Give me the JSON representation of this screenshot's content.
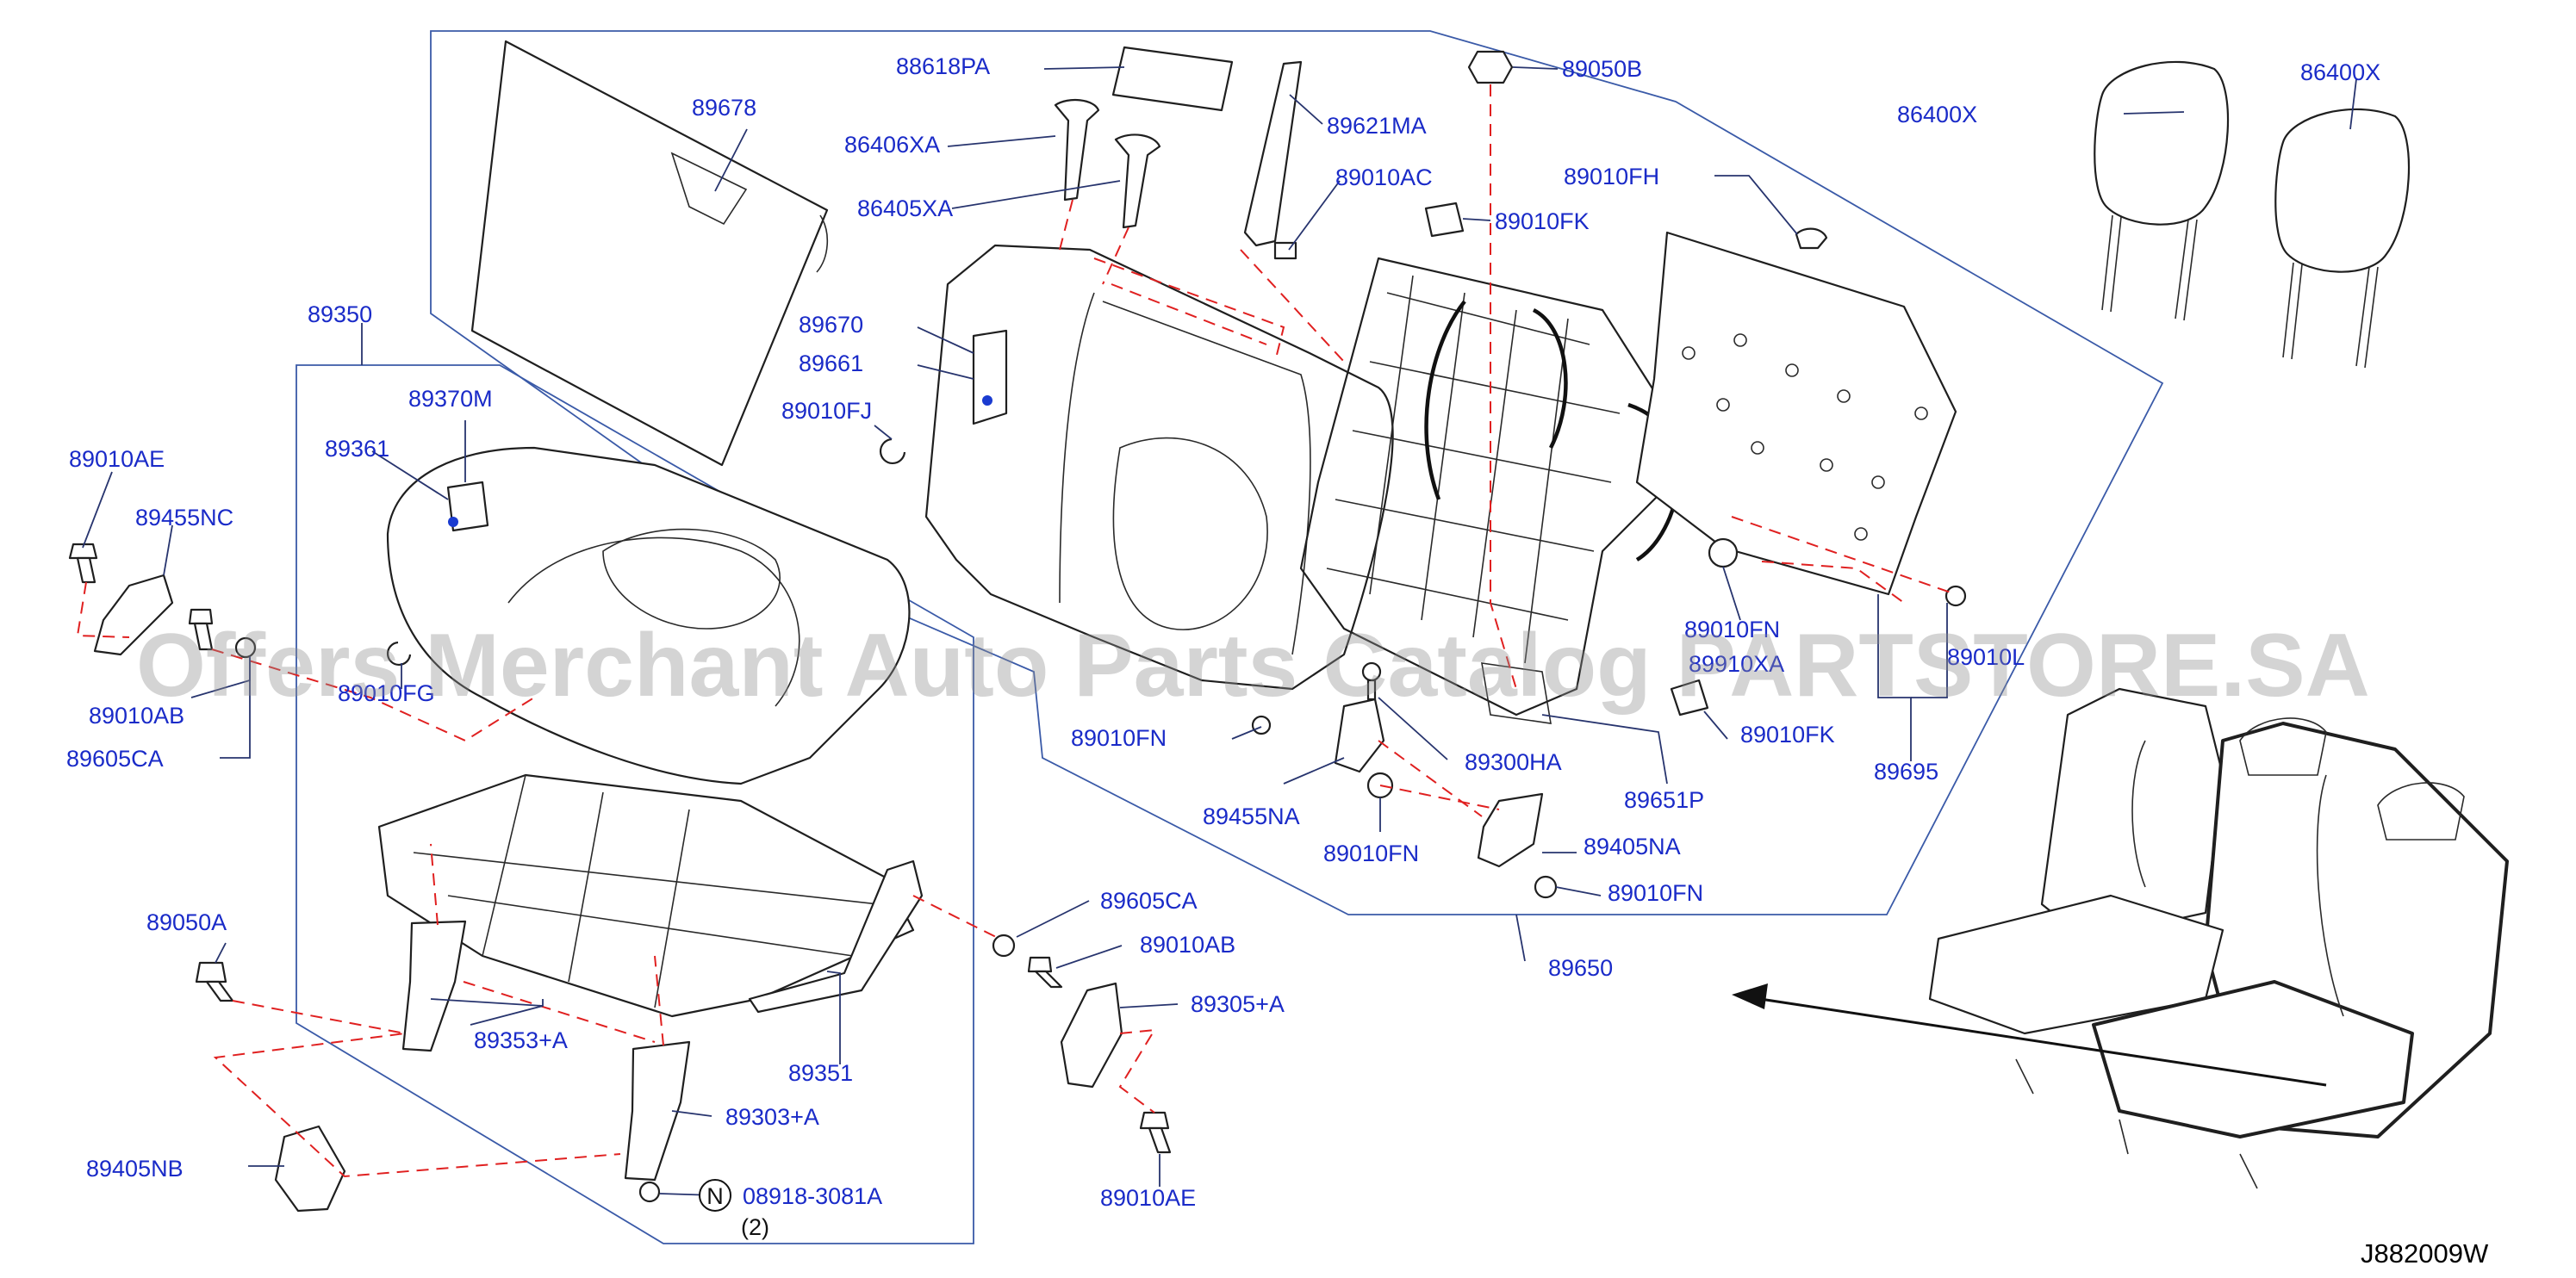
{
  "labels": {
    "l_88618PA": "88618PA",
    "l_89678": "89678",
    "l_86406XA": "86406XA",
    "l_86405XA": "86405XA",
    "l_89621MA": "89621MA",
    "l_89010AC": "89010AC",
    "l_89050B": "89050B",
    "l_89010FK_top": "89010FK",
    "l_89010FH": "89010FH",
    "l_86400X_a": "86400X",
    "l_86400X_b": "86400X",
    "l_89670": "89670",
    "l_89661": "89661",
    "l_89010FJ": "89010FJ",
    "l_89350": "89350",
    "l_89370M": "89370M",
    "l_89361": "89361",
    "l_89010AE_top": "89010AE",
    "l_89455NC": "89455NC",
    "l_89010AB_left": "89010AB",
    "l_89605CA_left": "89605CA",
    "l_89010FG": "89010FG",
    "l_89010FN_mid": "89010FN",
    "l_89300HA": "89300HA",
    "l_89455NA": "89455NA",
    "l_89010FN_low": "89010FN",
    "l_89405NA": "89405NA",
    "l_89010FN_right": "89010FN",
    "l_89651P": "89651P",
    "l_89010FK_low": "89010FK",
    "l_89010FN_hidden": "89010FN",
    "l_89910XA_hidden": "89910XA",
    "l_89010L_hidden": "89010L",
    "l_89695": "89695",
    "l_89650": "89650",
    "l_89050A": "89050A",
    "l_89353A": "89353+A",
    "l_89351": "89351",
    "l_89605CA_mid": "89605CA",
    "l_89010AB_mid": "89010AB",
    "l_89305A": "89305+A",
    "l_89303A": "89303+A",
    "l_89405NB": "89405NB",
    "l_08918": "08918-3081A",
    "l_qty": "(2)",
    "l_N": "N",
    "l_89010AE_bot": "89010AE"
  },
  "watermark": "Offers Merchant Auto Parts Catalog PARTSTORE.SA",
  "diagram_code": "J882009W",
  "colors": {
    "label": "#1a2bc8",
    "dashed_line": "#e02020",
    "boundary": "#3a5aa8",
    "outline": "#1f1f1f"
  }
}
